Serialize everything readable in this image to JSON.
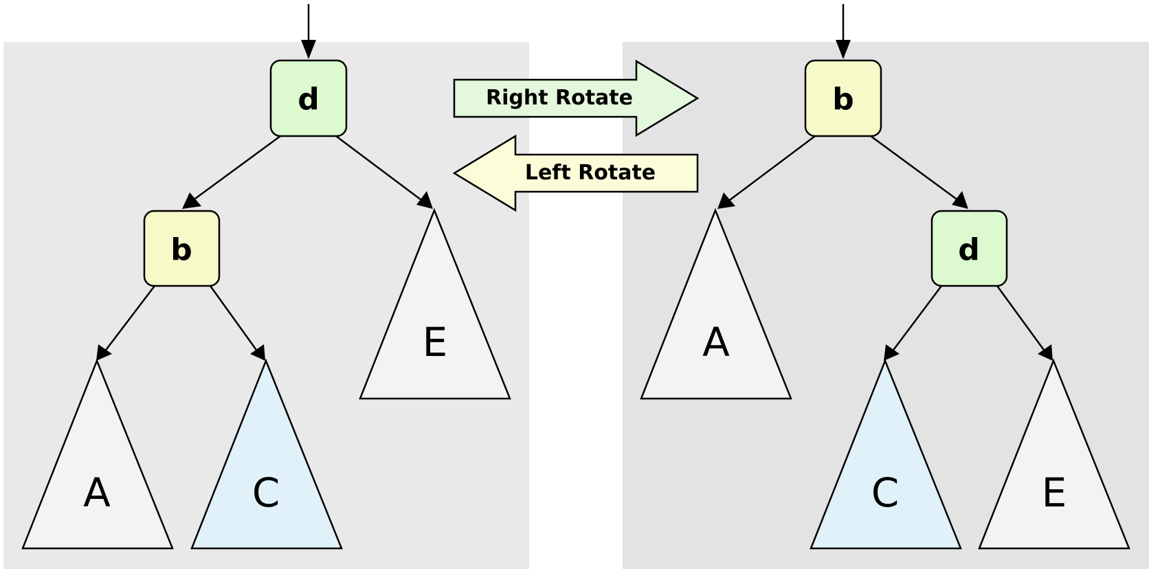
{
  "colors": {
    "panel_left": "#e9e9e9",
    "panel_right": "#e3e3e3",
    "node_d_fill": "#dcf9cf",
    "node_b_fill": "#f6f9c8",
    "subtree_plain_fill": "#f3f3f3",
    "subtree_c_fill": "#e0f1fa",
    "right_arrow_fill": "#e4f8dd",
    "left_arrow_fill": "#fbfcd8",
    "stroke": "#000000"
  },
  "before": {
    "root": "d",
    "child": "b",
    "subtree_a": "A",
    "subtree_c": "C",
    "subtree_e": "E"
  },
  "after": {
    "root": "b",
    "child": "d",
    "subtree_a": "A",
    "subtree_c": "C",
    "subtree_e": "E"
  },
  "operations": {
    "right_rotate": "Right Rotate",
    "left_rotate": "Left Rotate"
  }
}
